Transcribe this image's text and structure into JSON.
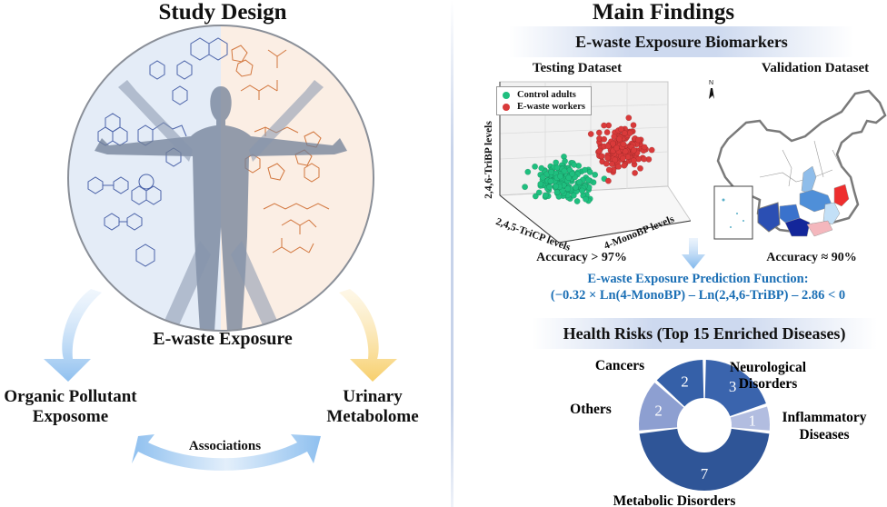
{
  "left_panel": {
    "title": "Study Design",
    "center_label": "E-waste Exposure",
    "left_outcome": [
      "Organic Pollutant",
      "Exposome"
    ],
    "right_outcome": [
      "Urinary",
      "Metabolome"
    ],
    "link_label": "Associations",
    "colors": {
      "pollutant_side": "#e4ecf7",
      "metabolite_side": "#fbeee4",
      "pollutant_structures": "#4a62a8",
      "metabolite_structures": "#d2763d",
      "left_arrow": "#9cc7ef",
      "right_arrow": "#f7d27a"
    }
  },
  "right_panel": {
    "title": "Main Findings",
    "biomarkers": {
      "banner": "E-waste Exposure Biomarkers",
      "testing": {
        "title": "Testing Dataset",
        "legend": [
          {
            "label": "Control adults",
            "color": "#1fbf7f"
          },
          {
            "label": "E-waste workers",
            "color": "#d93a3a"
          }
        ],
        "axes": {
          "z": "2,4,6-TriBP levels",
          "x": "2,4,5-TriCP levels",
          "y": "4-MonoBP levels"
        },
        "accuracy": "Accuracy > 97%"
      },
      "validation": {
        "title": "Validation Dataset",
        "north": "N",
        "accuracy": "Accuracy ≈ 90%"
      },
      "prediction": {
        "title": "E-waste Exposure Prediction Function:",
        "formula": "(−0.32 × Ln(4-MonoBP) – Ln(2,4,6-TriBP) – 2.86 < 0"
      }
    },
    "health": {
      "banner": "Health Risks (Top 15 Enriched Diseases)"
    }
  },
  "chart_data": {
    "type": "pie",
    "title": "Health Risks (Top 15 Enriched Diseases)",
    "donut": true,
    "total": 15,
    "slices": [
      {
        "label": "Neurological Disorders",
        "value": 3,
        "color": "#3a64ad"
      },
      {
        "label": "Inflammatory Diseases",
        "value": 1,
        "color": "#b2bde0"
      },
      {
        "label": "Metabolic Disorders",
        "value": 7,
        "color": "#2f5597"
      },
      {
        "label": "Others",
        "value": 2,
        "color": "#8d9fd1"
      },
      {
        "label": "Cancers",
        "value": 2,
        "color": "#3560a8"
      }
    ]
  }
}
